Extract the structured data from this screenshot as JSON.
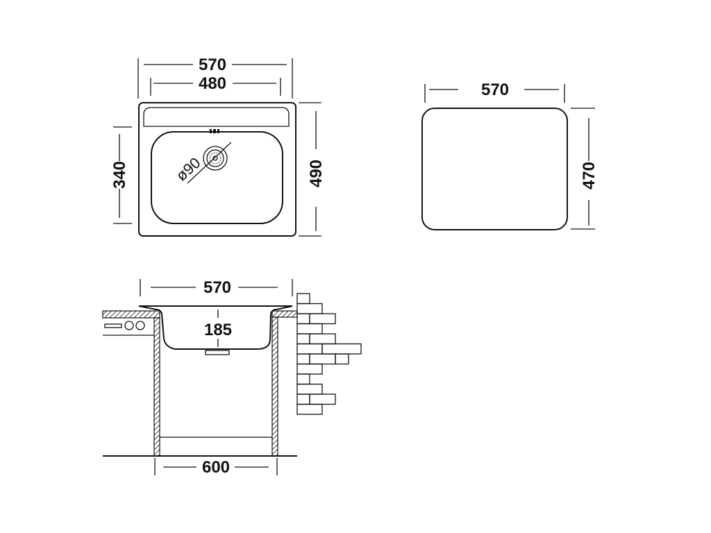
{
  "top_view": {
    "overall_width": "570",
    "bowl_width": "480",
    "bowl_length": "340",
    "overall_length": "490",
    "drain_diameter": "ø90"
  },
  "cutout_view": {
    "width": "570",
    "length": "470"
  },
  "section_view": {
    "sink_width": "570",
    "bowl_depth": "185",
    "cabinet_width": "600"
  },
  "colors": {
    "line": "#111111",
    "background": "#ffffff"
  }
}
